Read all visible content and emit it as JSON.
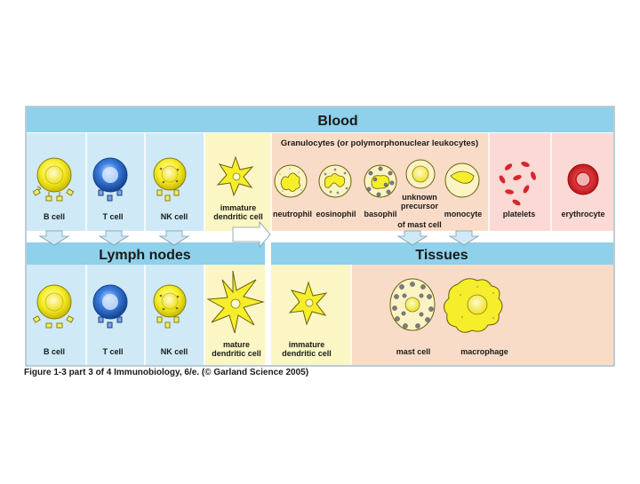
{
  "headers": {
    "blood": "Blood",
    "lymph_nodes": "Lymph nodes",
    "tissues": "Tissues"
  },
  "granulocytes_title": "Granulocytes (or polymorphonuclear leukocytes)",
  "blood_labels": {
    "b_cell": "B cell",
    "t_cell": "T cell",
    "nk_cell": "NK cell",
    "immature_dc_1": "immature",
    "immature_dc_2": "dendritic cell",
    "neutrophil": "neutrophil",
    "eosinophil": "eosinophil",
    "basophil": "basophil",
    "unknown_1": "unknown",
    "unknown_2": "precursor",
    "unknown_3": "of mast cell",
    "monocyte": "monocyte",
    "platelets": "platelets",
    "erythrocyte": "erythrocyte"
  },
  "lymph_labels": {
    "b_cell": "B cell",
    "t_cell": "T cell",
    "nk_cell": "NK cell",
    "mature_dc_1": "mature",
    "mature_dc_2": "dendritic cell"
  },
  "tissue_labels": {
    "immature_dc_1": "immature",
    "immature_dc_2": "dendritic cell",
    "mast_cell": "mast cell",
    "macrophage": "macrophage"
  },
  "caption": "Figure 1-3 part 3 of 4  Immunobiology, 6/e. (© Garland Science 2005)",
  "colors": {
    "header_blue": "#8fd0ea",
    "panel_blue": "#cfe9f6",
    "panel_yellow": "#fbf6c4",
    "panel_peach": "#f9dcc7",
    "panel_pink": "#fbd9d4",
    "cell_yellow": "#f6ee2a",
    "cell_blue": "#2f6fd0",
    "granule_grey": "#8a8a8a",
    "red": "#d8262d"
  }
}
